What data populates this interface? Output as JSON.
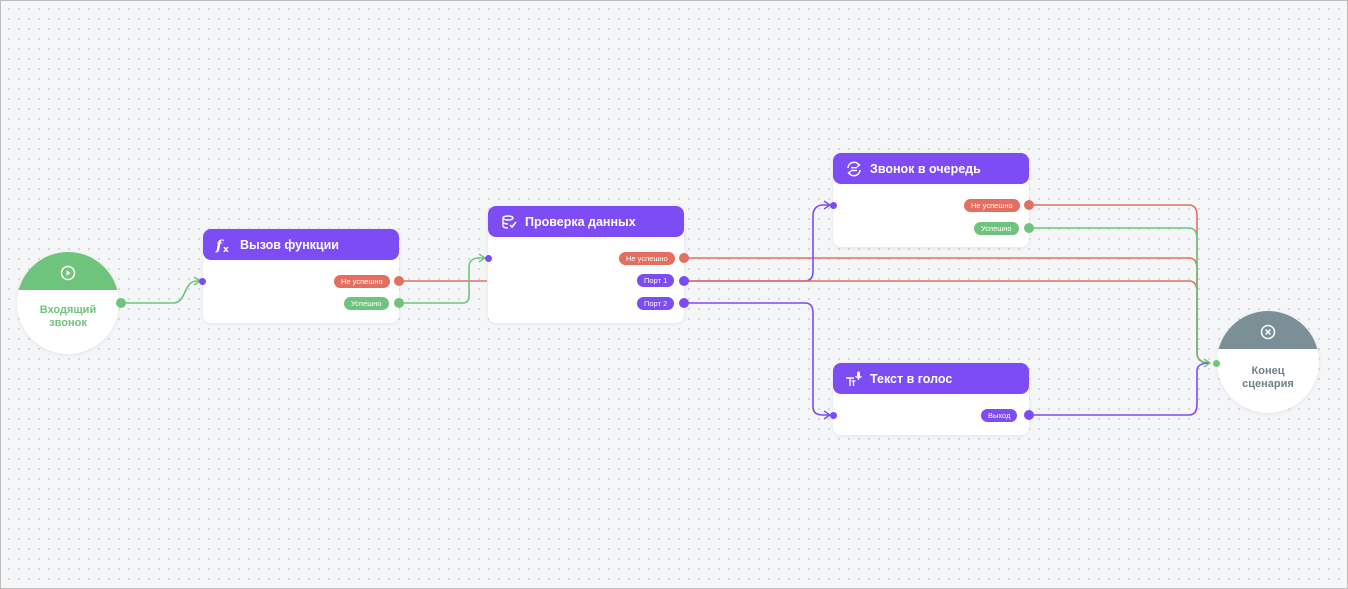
{
  "colors": {
    "accent": "#7d4cf5",
    "fail": "#e46e60",
    "success": "#6fc47d",
    "end": "#7b8f96"
  },
  "nodes": {
    "start": {
      "label_line1": "Входящий",
      "label_line2": "звонок",
      "icon": "play-circle-icon"
    },
    "func_call": {
      "title": "Вызов функции",
      "icon": "function-fx-icon",
      "ports": {
        "fail": "Не успешно",
        "success": "Успешно"
      }
    },
    "data_check": {
      "title": "Проверка данных",
      "icon": "data-check-icon",
      "ports": {
        "fail": "Не успешно",
        "port1": "Порт 1",
        "port2": "Порт 2"
      }
    },
    "queue": {
      "title": "Звонок в очередь",
      "icon": "queue-icon",
      "ports": {
        "fail": "Не успешно",
        "success": "Успешно"
      }
    },
    "tts": {
      "title": "Текст в голос",
      "icon": "text-to-speech-icon",
      "ports": {
        "out": "Выход"
      }
    },
    "end": {
      "label_line1": "Конец",
      "label_line2": "сценария",
      "icon": "close-circle-icon"
    }
  }
}
